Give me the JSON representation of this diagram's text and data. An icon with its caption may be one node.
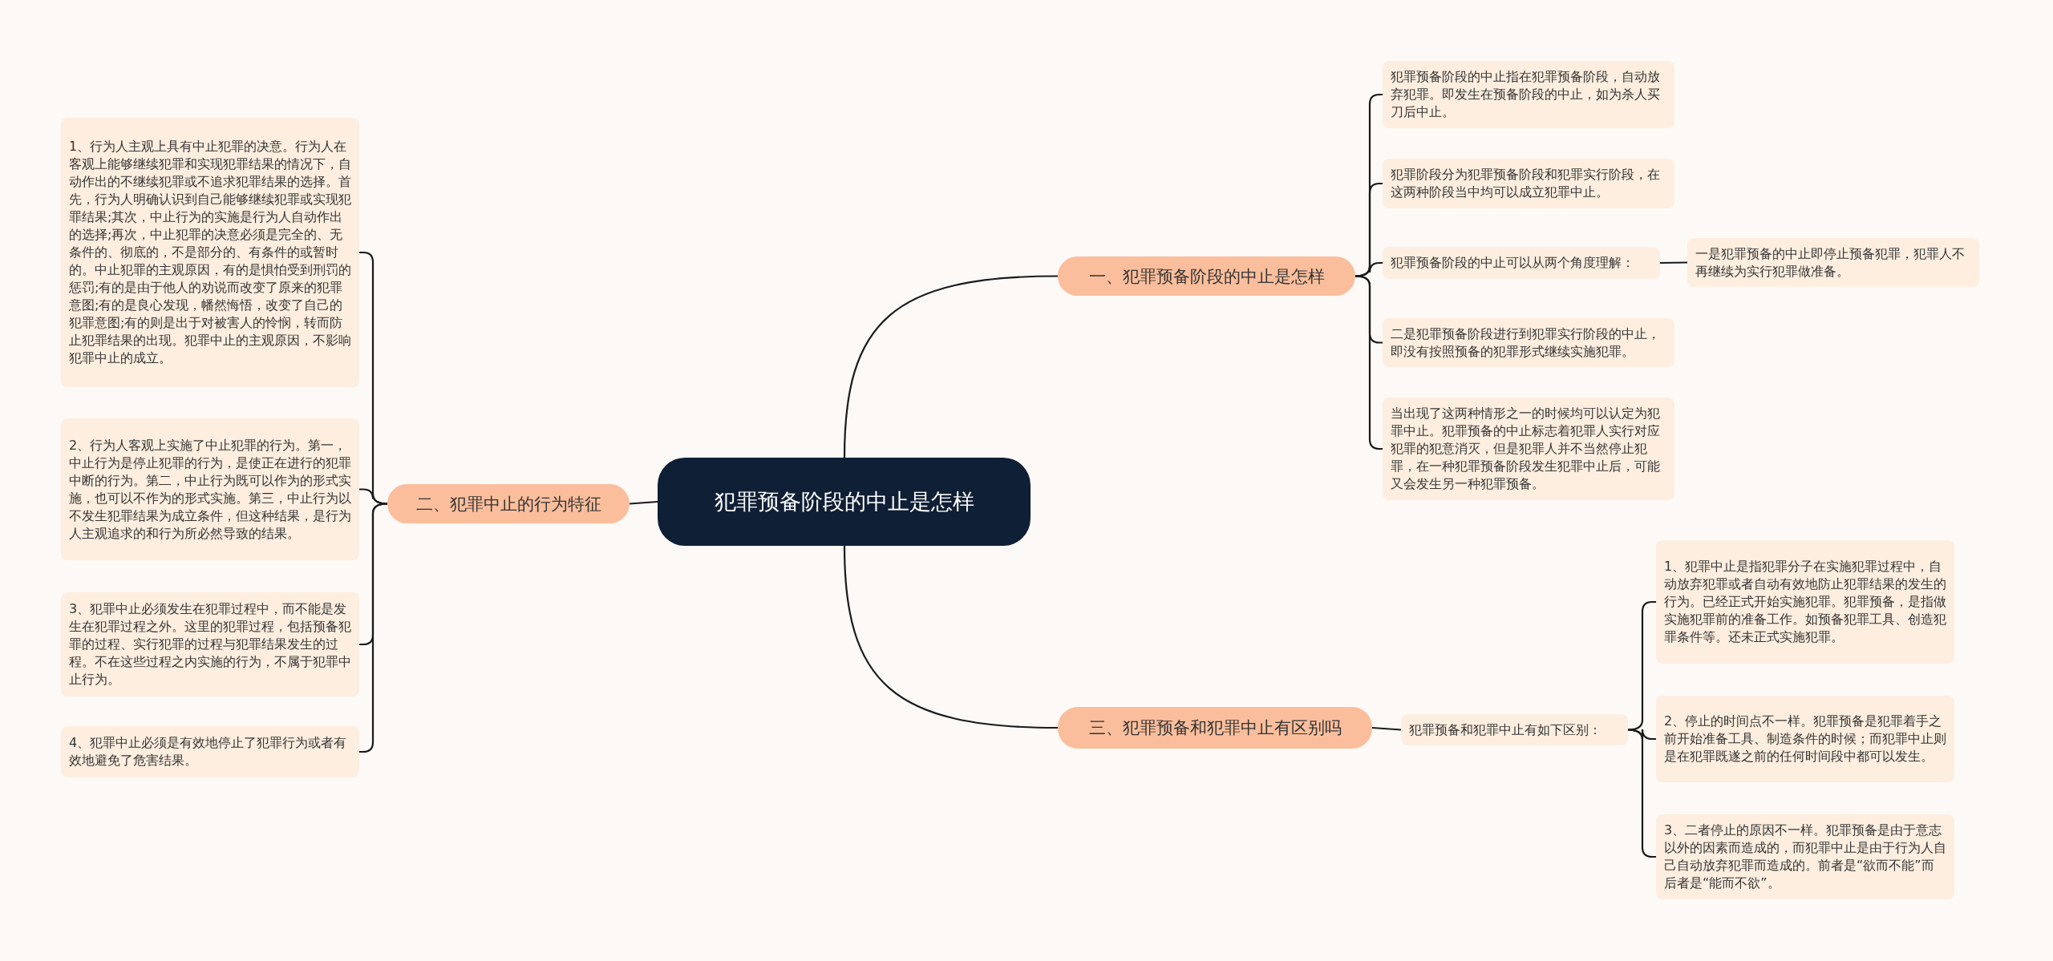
{
  "diagram": {
    "nodes": [
      {
        "text": [
          "犯罪预备阶段的中止是怎样"
        ]
      },
      {
        "text": [
          "一、犯罪预备阶段的中止是怎样"
        ]
      },
      {
        "text": [
          "犯罪预备阶段的中止指在犯罪预备阶段，自动放弃犯罪。即发生在预备阶段的中止，如为杀人买刀后中止。"
        ]
      },
      {
        "text": [
          "犯罪阶段分为犯罪预备阶段和犯罪实行阶段，在这两种阶段当中均可以成立犯罪中止。"
        ]
      },
      {
        "text": [
          "犯罪预备阶段的中止可以从两个角度理解："
        ]
      },
      {
        "text": [
          "一是犯罪预备的中止即停止预备犯罪，犯罪人不再继续为实行犯罪做准备。"
        ]
      },
      {
        "text": [
          "二是犯罪预备阶段进行到犯罪实行阶段的中止，即没有按照预备的犯罪形式继续实施犯罪。"
        ]
      },
      {
        "text": [
          "当出现了这两种情形之一的时候均可以认定为犯罪中止。犯罪预备的中止标志着犯罪人实行对应犯罪的犯意消灭，但是犯罪人并不当然停止犯罪，在一种犯罪预备阶段发生犯罪中止后，可能又会发生另一种犯罪预备。"
        ]
      },
      {
        "text": [
          "二、犯罪中止的行为特征"
        ]
      },
      {
        "text": [
          "1、行为人主观上具有中止犯罪的决意。行为人在客观上能够继续犯罪和实现犯罪结果的情况下，自动作出的不继续犯罪或不追求犯罪结果的选择。首先，行为人明确认识到自己能够继续犯罪或实现犯罪结果;其次，中止行为的实施是行为人自动作出的选择;再次，中止犯罪的决意必须是完全的、无条件的、彻底的，不是部分的、有条件的或暂时的。中止犯罪的主观原因，有的是惧怕受到刑罚的惩罚;有的是由于他人的劝说而改变了原来的犯罪意图;有的是良心发现，幡然悔悟，改变了自己的犯罪意图;有的则是出于对被害人的怜悯，转而防止犯罪结果的出现。犯罪中止的主观原因，不影响犯罪中止的成立。"
        ]
      },
      {
        "text": [
          "2、行为人客观上实施了中止犯罪的行为。第一，中止行为是停止犯罪的行为，是使正在进行的犯罪中断的行为。第二，中止行为既可以作为的形式实施，也可以不作为的形式实施。第三，中止行为以不发生犯罪结果为成立条件，但这种结果，是行为人主观追求的和行为所必然导致的结果。"
        ]
      },
      {
        "text": [
          "3、犯罪中止必须发生在犯罪过程中，而不能是发生在犯罪过程之外。这里的犯罪过程，包括预备犯罪的过程、实行犯罪的过程与犯罪结果发生的过程。不在这些过程之内实施的行为，不属于犯罪中止行为。"
        ]
      },
      {
        "text": [
          "4、犯罪中止必须是有效地停止了犯罪行为或者有效地避免了危害结果。"
        ]
      },
      {
        "text": [
          "三、犯罪预备和犯罪中止有区别吗"
        ]
      },
      {
        "text": [
          "犯罪预备和犯罪中止有如下区别："
        ]
      },
      {
        "text": [
          "1、犯罪中止是指犯罪分子在实施犯罪过程中，自动放弃犯罪或者自动有效地防止犯罪结果的发生的行为。已经正式开始实施犯罪。犯罪预备，是指做实施犯罪前的准备工作。如预备犯罪工具、创造犯罪条件等。还未正式实施犯罪。"
        ]
      },
      {
        "text": [
          "2、停止的时间点不一样。犯罪预备是犯罪着手之前开始准备工具、制造条件的时候；而犯罪中止则是在犯罪既遂之前的任何时间段中都可以发生。"
        ]
      },
      {
        "text": [
          "3、二者停止的原因不一样。犯罪预备是由于意志以外的因素而造成的，而犯罪中止是由于行为人自己自动放弃犯罪而造成的。前者是“欲而不能”而后者是“能而不欲”。"
        ]
      }
    ],
    "edges": [
      {
        "from": 0,
        "to": 1,
        "arrow": "none"
      },
      {
        "from": 1,
        "to": 2,
        "arrow": "none"
      },
      {
        "from": 1,
        "to": 3,
        "arrow": "none"
      },
      {
        "from": 1,
        "to": 4,
        "arrow": "none"
      },
      {
        "from": 4,
        "to": 5,
        "arrow": "none"
      },
      {
        "from": 1,
        "to": 6,
        "arrow": "none"
      },
      {
        "from": 1,
        "to": 7,
        "arrow": "none"
      },
      {
        "from": 0,
        "to": 8,
        "arrow": "none"
      },
      {
        "from": 8,
        "to": 9,
        "arrow": "none"
      },
      {
        "from": 8,
        "to": 10,
        "arrow": "none"
      },
      {
        "from": 8,
        "to": 11,
        "arrow": "none"
      },
      {
        "from": 8,
        "to": 12,
        "arrow": "none"
      },
      {
        "from": 0,
        "to": 13,
        "arrow": "none"
      },
      {
        "from": 13,
        "to": 14,
        "arrow": "none"
      },
      {
        "from": 14,
        "to": 15,
        "arrow": "none"
      },
      {
        "from": 14,
        "to": 16,
        "arrow": "none"
      },
      {
        "from": 14,
        "to": 17,
        "arrow": "none"
      }
    ]
  }
}
